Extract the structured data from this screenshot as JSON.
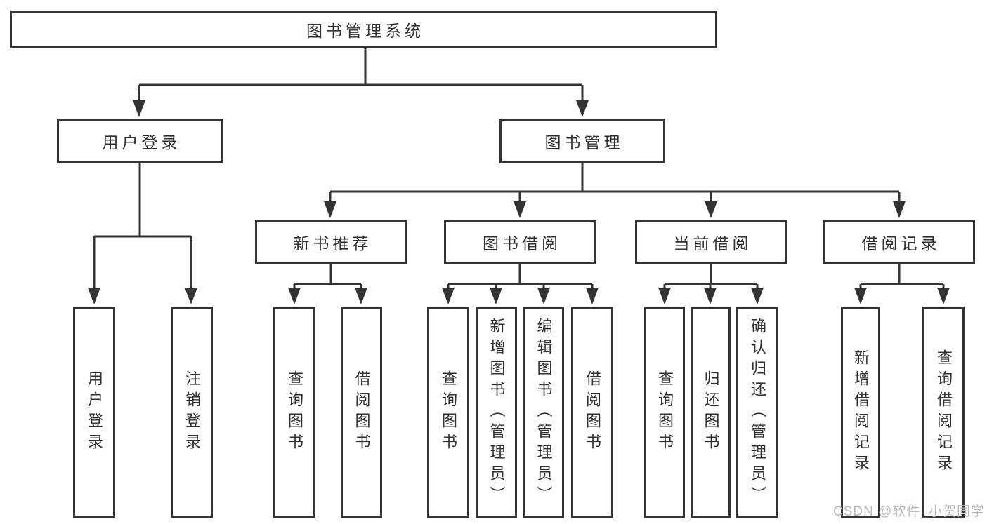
{
  "app": {
    "background_color": "#ffffff",
    "line_color": "#333333",
    "text_color": "#303030",
    "watermark_color": "#b9b9b9"
  },
  "tree": {
    "root": {
      "label": "图书管理系统"
    },
    "branches": [
      {
        "label": "用户登录",
        "leaves": [
          {
            "label": "用户登录"
          },
          {
            "label": "注销登录"
          }
        ]
      },
      {
        "label": "图书管理",
        "children": [
          {
            "label": "新书推荐",
            "leaves": [
              {
                "label": "查询图书"
              },
              {
                "label": "借阅图书"
              }
            ]
          },
          {
            "label": "图书借阅",
            "leaves": [
              {
                "label": "查询图书"
              },
              {
                "label": "新增图书（管理员）"
              },
              {
                "label": "编辑图书（管理员）"
              },
              {
                "label": "借阅图书"
              }
            ]
          },
          {
            "label": "当前借阅",
            "leaves": [
              {
                "label": "查询图书"
              },
              {
                "label": "归还图书"
              },
              {
                "label": "确认归还（管理员）"
              }
            ]
          },
          {
            "label": "借阅记录",
            "leaves": [
              {
                "label": "新增借阅记录"
              },
              {
                "label": "查询借阅记录"
              }
            ]
          }
        ]
      }
    ]
  },
  "watermark": {
    "label": "CSDN @软件_小贺同学"
  }
}
